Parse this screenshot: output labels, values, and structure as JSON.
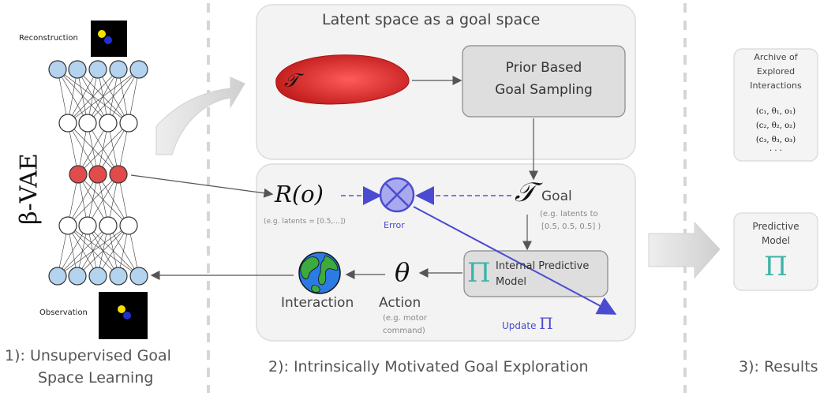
{
  "vae_label": "β-VAE",
  "reconstruction_label": "Reconstruction",
  "observation_label": "Observation",
  "panel_titles": {
    "left": [
      "1): Unsupervised Goal",
      "Space Learning"
    ],
    "middle": "2): Intrinsically Motivated Goal Exploration",
    "right": "3): Results"
  },
  "goal_space": {
    "title": "Latent space as a goal space",
    "tau": "𝒯",
    "sampling": [
      "Prior Based",
      "Goal Sampling"
    ]
  },
  "exploration": {
    "r_of_o": "R(o)",
    "r_example": "(e.g. latents = [0.5,...])",
    "error": "Error",
    "tau_goal": "𝒯",
    "goal_label": "Goal",
    "goal_example": [
      "(e.g. latents to",
      "[0.5, 0.5, 0.5] )"
    ],
    "pi_symbol": "Π",
    "model_label": [
      "Internal Predictive",
      "Model"
    ],
    "theta": "θ",
    "action": "Action",
    "action_example": [
      "(e.g. motor",
      "command)"
    ],
    "interaction": "Interaction",
    "update": "Update",
    "update_pi": "Π"
  },
  "results": {
    "archive_title": [
      "Archive of",
      "Explored",
      "Interactions"
    ],
    "archive_rows": [
      "(c₁, θ₁, o₁)",
      "(c₂, θ₂, o₂)",
      "(c₃, θ₃, o₃)",
      "· · ·"
    ],
    "predictive_title": [
      "Predictive",
      "Model"
    ],
    "pi_symbol": "Π"
  },
  "colors": {
    "node_blue": "#b3d3ef",
    "node_red": "#e24b4b",
    "panel": "#f3f3f3",
    "panel_border": "#d8d8d8",
    "purple": "#4b4bd1",
    "teal": "#3fb3a8",
    "tau_red": "#ee4444"
  }
}
